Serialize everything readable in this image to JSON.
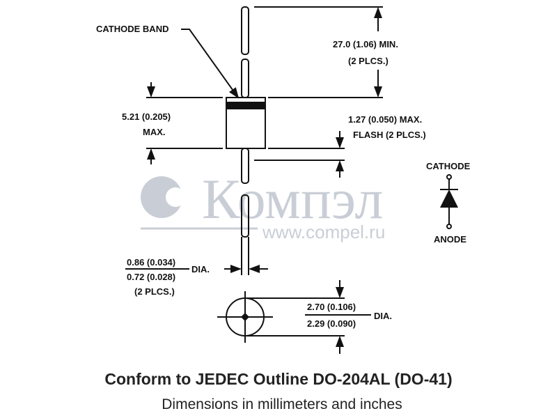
{
  "labels": {
    "cathode_band": "CATHODE BAND",
    "lead_length_1": "27.0 (1.06) MIN.",
    "lead_length_2": "(2 PLCS.)",
    "body_length_1": "5.21 (0.205)",
    "body_length_2": "MAX.",
    "flash_1": "1.27 (0.050) MAX.",
    "flash_2": "FLASH (2 PLCS.)",
    "lead_dia_max": "0.86 (0.034)",
    "lead_dia_min": "0.72 (0.028)",
    "lead_dia_suffix": "DIA.",
    "lead_dia_plcs": "(2 PLCS.)",
    "body_dia_max": "2.70 (0.106)",
    "body_dia_min": "2.29 (0.090)",
    "body_dia_suffix": "DIA.",
    "symbol_cathode": "CATHODE",
    "symbol_anode": "ANODE"
  },
  "watermark": {
    "logo": "Компэл",
    "url": "www.compel.ru"
  },
  "footer": {
    "title": "Conform to JEDEC Outline DO-204AL (DO-41)",
    "subtitle": "Dimensions in millimeters and inches"
  }
}
